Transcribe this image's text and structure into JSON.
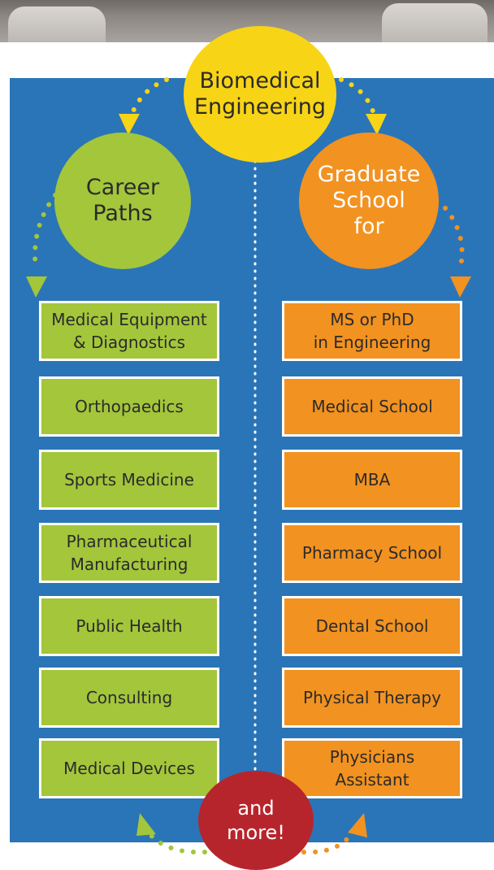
{
  "top_circle": {
    "line1": "Biomedical",
    "line2": "Engineering"
  },
  "career_circle": {
    "line1": "Career",
    "line2": "Paths"
  },
  "grad_circle": {
    "line1": "Graduate",
    "line2": "School",
    "line3": "for"
  },
  "career_items": [
    {
      "line1": "Medical Equipment",
      "line2": "& Diagnostics"
    },
    {
      "line1": "Orthopaedics",
      "line2": ""
    },
    {
      "line1": "Sports Medicine",
      "line2": ""
    },
    {
      "line1": "Pharmaceutical",
      "line2": "Manufacturing"
    },
    {
      "line1": "Public Health",
      "line2": ""
    },
    {
      "line1": "Consulting",
      "line2": ""
    },
    {
      "line1": "Medical Devices",
      "line2": ""
    }
  ],
  "grad_items": [
    {
      "line1": "MS or PhD",
      "line2": "in Engineering"
    },
    {
      "line1": "Medical School",
      "line2": ""
    },
    {
      "line1": "MBA",
      "line2": ""
    },
    {
      "line1": "Pharmacy School",
      "line2": ""
    },
    {
      "line1": "Dental School",
      "line2": ""
    },
    {
      "line1": "Physical Therapy",
      "line2": ""
    },
    {
      "line1": "Physicians",
      "line2": "Assistant"
    }
  ],
  "bottom_circle": {
    "line1": "and",
    "line2": "more!"
  },
  "colors": {
    "panel": "#2a75b8",
    "yellow": "#f8d417",
    "green": "#a3c63b",
    "orange": "#f29220",
    "red": "#b7252c"
  }
}
